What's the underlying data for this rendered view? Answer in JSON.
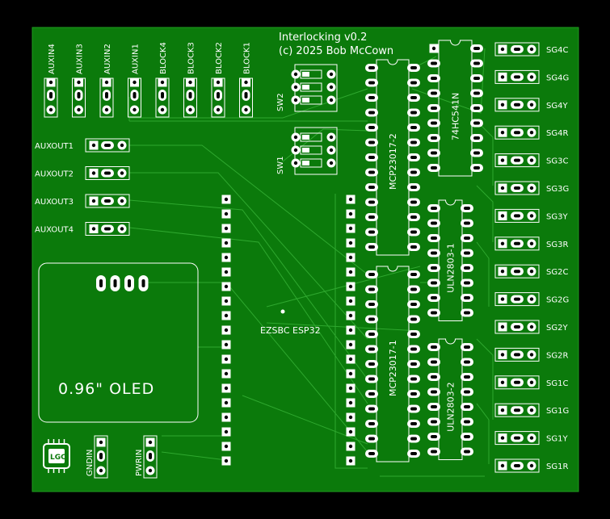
{
  "board": {
    "title": "Interlocking v0.2",
    "copyright": "(c) 2025 Bob McCown",
    "colors": {
      "background": "#000000",
      "board": "#0b7a0b",
      "trace": "#2fa82f",
      "silk": "#ffffff",
      "pad": "#000000"
    }
  },
  "top_connectors": [
    "AUXIN4",
    "AUXIN3",
    "AUXIN2",
    "AUXIN1",
    "BLOCK4",
    "BLOCK3",
    "BLOCK2",
    "BLOCK1"
  ],
  "aux_outputs": [
    "AUXOUT1",
    "AUXOUT2",
    "AUXOUT3",
    "AUXOUT4"
  ],
  "switches": [
    "SW2",
    "SW1"
  ],
  "chips": {
    "mcp2": "MCP23017-2",
    "mcp1": "MCP23017-1",
    "buffer": "74HC541N",
    "uln1": "ULN2803-1",
    "uln2": "ULN2803-2"
  },
  "mcu_label": "EZSBC ESP32",
  "oled_label": "0.96\" OLED",
  "power": [
    "GNDIN",
    "PWRIN"
  ],
  "logo_text": "LGC",
  "signal_outputs": [
    "SG4C",
    "SG4G",
    "SG4Y",
    "SG4R",
    "SG3C",
    "SG3G",
    "SG3Y",
    "SG3R",
    "SG2C",
    "SG2G",
    "SG2Y",
    "SG2R",
    "SG1C",
    "SG1G",
    "SG1Y",
    "SG1R"
  ]
}
